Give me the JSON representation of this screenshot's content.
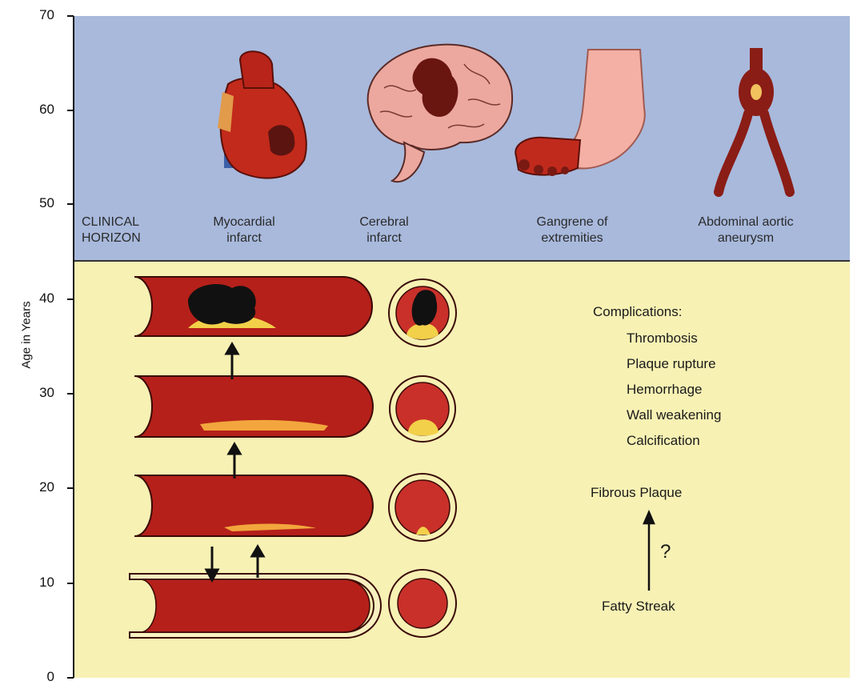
{
  "axis": {
    "label": "Age in Years",
    "ticks": [
      "0",
      "10",
      "20",
      "30",
      "40",
      "50",
      "60",
      "70"
    ]
  },
  "clinical": {
    "horizon": "CLINICAL\nHORIZON",
    "labels": [
      "Myocardial\ninfarct",
      "Cerebral\ninfarct",
      "Gangrene of\nextremities",
      "Abdominal aortic\naneurysm"
    ]
  },
  "complications": {
    "title": "Complications:",
    "items": [
      "Thrombosis",
      "Plaque rupture",
      "Hemorrhage",
      "Wall weakening",
      "Calcification"
    ]
  },
  "progression": {
    "fibrous": "Fibrous Plaque",
    "question": "?",
    "fatty": "Fatty Streak"
  },
  "colors": {
    "top_panel": "#a8b9dc",
    "bottom_panel": "#f7f1b4",
    "artery": "#b5201a",
    "plaque": "#f2d049",
    "thrombus": "#111111"
  }
}
